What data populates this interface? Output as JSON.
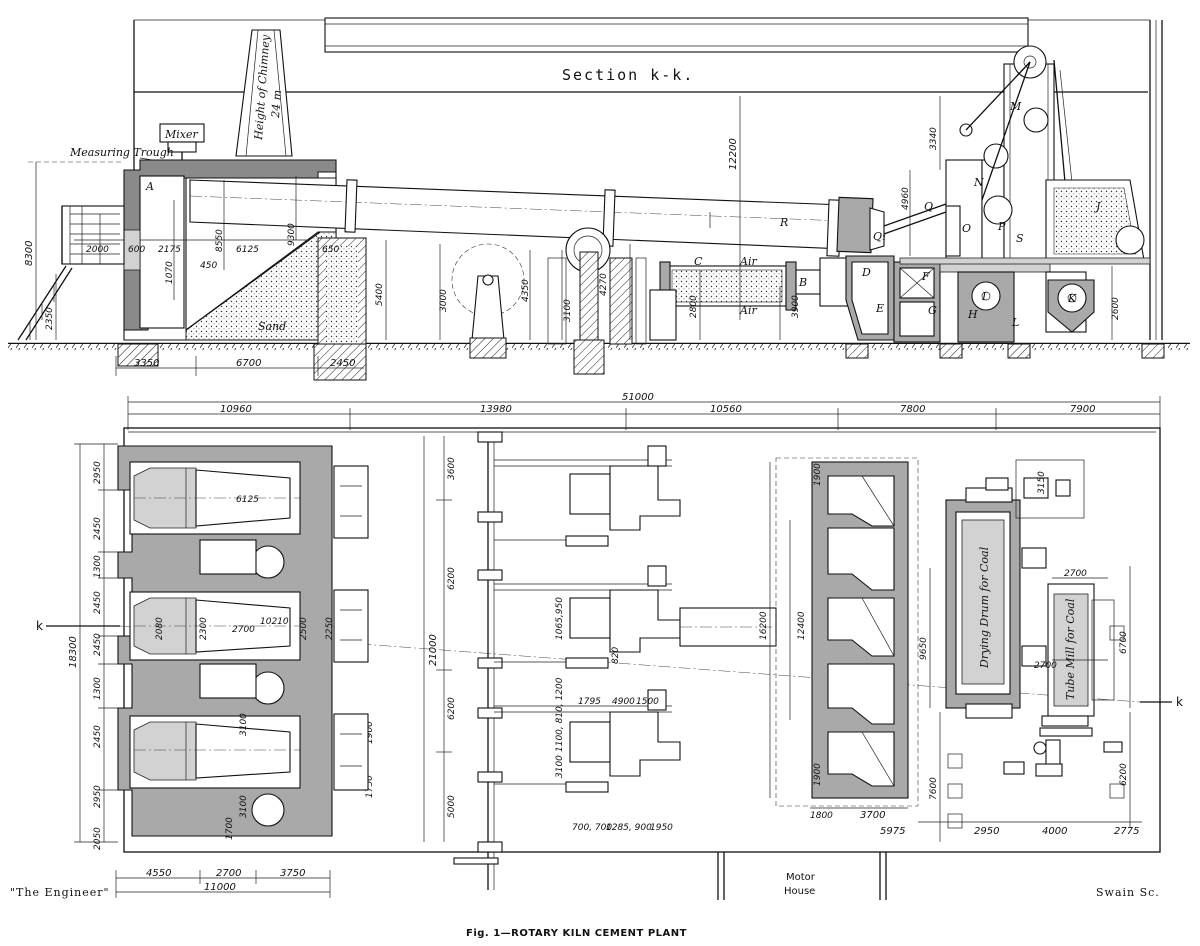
{
  "title": "Section k-k.",
  "caption": "Fig. 1—ROTARY KILN CEMENT PLANT",
  "credit_left": "\"The Engineer\"",
  "credit_right": "Swain Sc.",
  "section_marker": "k",
  "labels": {
    "measuring_trough": "Measuring Trough",
    "mixer": "Mixer",
    "chimney": "Height of Chimney",
    "chimney_height": "24 m",
    "sand": "Sand",
    "air_upper": "Air",
    "air_lower": "Air",
    "motor_house": "Motor",
    "motor_house_2": "House",
    "drying_drum": "Drying Drum for Coal",
    "tube_mill": "Tube Mill for Coal"
  },
  "letters": {
    "A": "A",
    "R": "R",
    "Q": "Q",
    "Q1": "Q₁",
    "C": "C",
    "B": "B",
    "D": "D",
    "E": "E",
    "F": "F",
    "G": "G",
    "H": "H",
    "I": "I",
    "K": "K",
    "L": "L",
    "M": "M",
    "N": "N",
    "O": "O",
    "P": "P",
    "S": "S",
    "J": "J"
  },
  "dims_section": {
    "d8300": "8300",
    "d2350": "2350",
    "d2000": "2000",
    "d600": "600",
    "d2175": "2175",
    "d1070": "1070",
    "d8550": "8550",
    "d6125": "6125",
    "d9300": "9300",
    "d450": "450",
    "d650": "650",
    "d5400": "5400",
    "d3000": "3000",
    "d4350": "4350",
    "d3100": "3100",
    "d4270": "4270",
    "d2800": "2800",
    "d3900": "3900",
    "d12200": "12200",
    "d3340": "3340",
    "d4960": "4960",
    "d2600": "2600",
    "d3350": "3350",
    "d6700": "6700",
    "d2450": "2450"
  },
  "dims_plan": {
    "d51000": "51000",
    "d10960": "10960",
    "d13980": "13980",
    "d10560": "10560",
    "d7800": "7800",
    "d7900": "7900",
    "d2950a": "2950",
    "d2450a": "2450",
    "d1300a": "1300",
    "d2450b": "2450",
    "d2450c": "2450",
    "d1300b": "1300",
    "d2450d": "2450",
    "d2950b": "2950",
    "d2050": "2050",
    "d18300": "18300",
    "d6125p": "6125",
    "d2080": "2080",
    "d2300": "2300",
    "d2700p": "2700",
    "d10210": "10210",
    "d2500": "2500",
    "d2250": "2250",
    "d3100a": "3100",
    "d3100b": "3100",
    "d1700": "1700",
    "d1900a": "1900",
    "d1750": "1750",
    "d3600": "3600",
    "d6200a": "6200",
    "d21000": "21000",
    "d6200b": "6200",
    "d5000": "5000",
    "d1795": "1795",
    "d4900": "4900",
    "d1500": "1500",
    "d3100c": "3100",
    "d1100": "1100, 810, 1200",
    "d1065": "1065,950",
    "d700": "700, 700",
    "d1285": "1285, 900",
    "d1950": "1950",
    "d820": "820",
    "d16200": "16200",
    "d12400": "12400",
    "d1900b": "1900",
    "d1900c": "1900",
    "d1800": "1800",
    "d3700": "3700",
    "d5975": "5975",
    "d9650": "9650",
    "d3150": "3150",
    "d2700a": "2700",
    "d2700b": "2700",
    "d6700p": "6700",
    "d7600": "7600",
    "d6200c": "6200",
    "d2950c": "2950",
    "d4000": "4000",
    "d2775": "2775",
    "d4550": "4550",
    "d2700c": "2700",
    "d3750": "3750",
    "d11000": "11000"
  }
}
